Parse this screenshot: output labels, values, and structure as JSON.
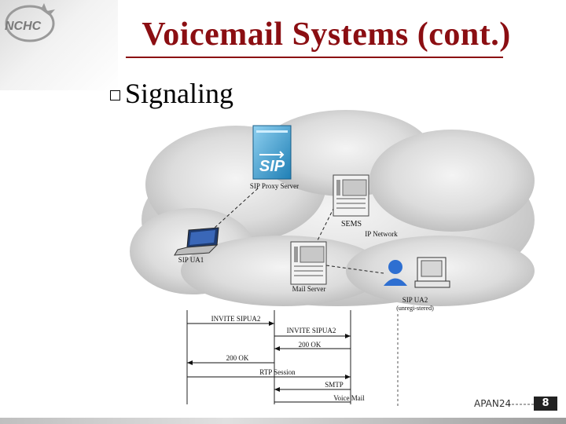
{
  "slide": {
    "logo_text": "NCHC",
    "title": "Voicemail Systems (cont.)",
    "bullet": "Signaling",
    "footer": "APAN24",
    "page_number": "8"
  },
  "diagram": {
    "nodes": {
      "proxy": "SIP Proxy Server",
      "proxy_icon_text": "SIP",
      "sems": "SEMS",
      "ip_network": "IP Network",
      "ua1": "SIP UA1",
      "mail": "Mail Server",
      "ua2_line1": "SIP UA2",
      "ua2_line2": "(unregi-stered)"
    },
    "messages": [
      "INVITE SIPUA2",
      "INVITE SIPUA2",
      "200 OK",
      "200 OK",
      "RTP Session",
      "SMTP",
      "Voice Mail"
    ]
  }
}
